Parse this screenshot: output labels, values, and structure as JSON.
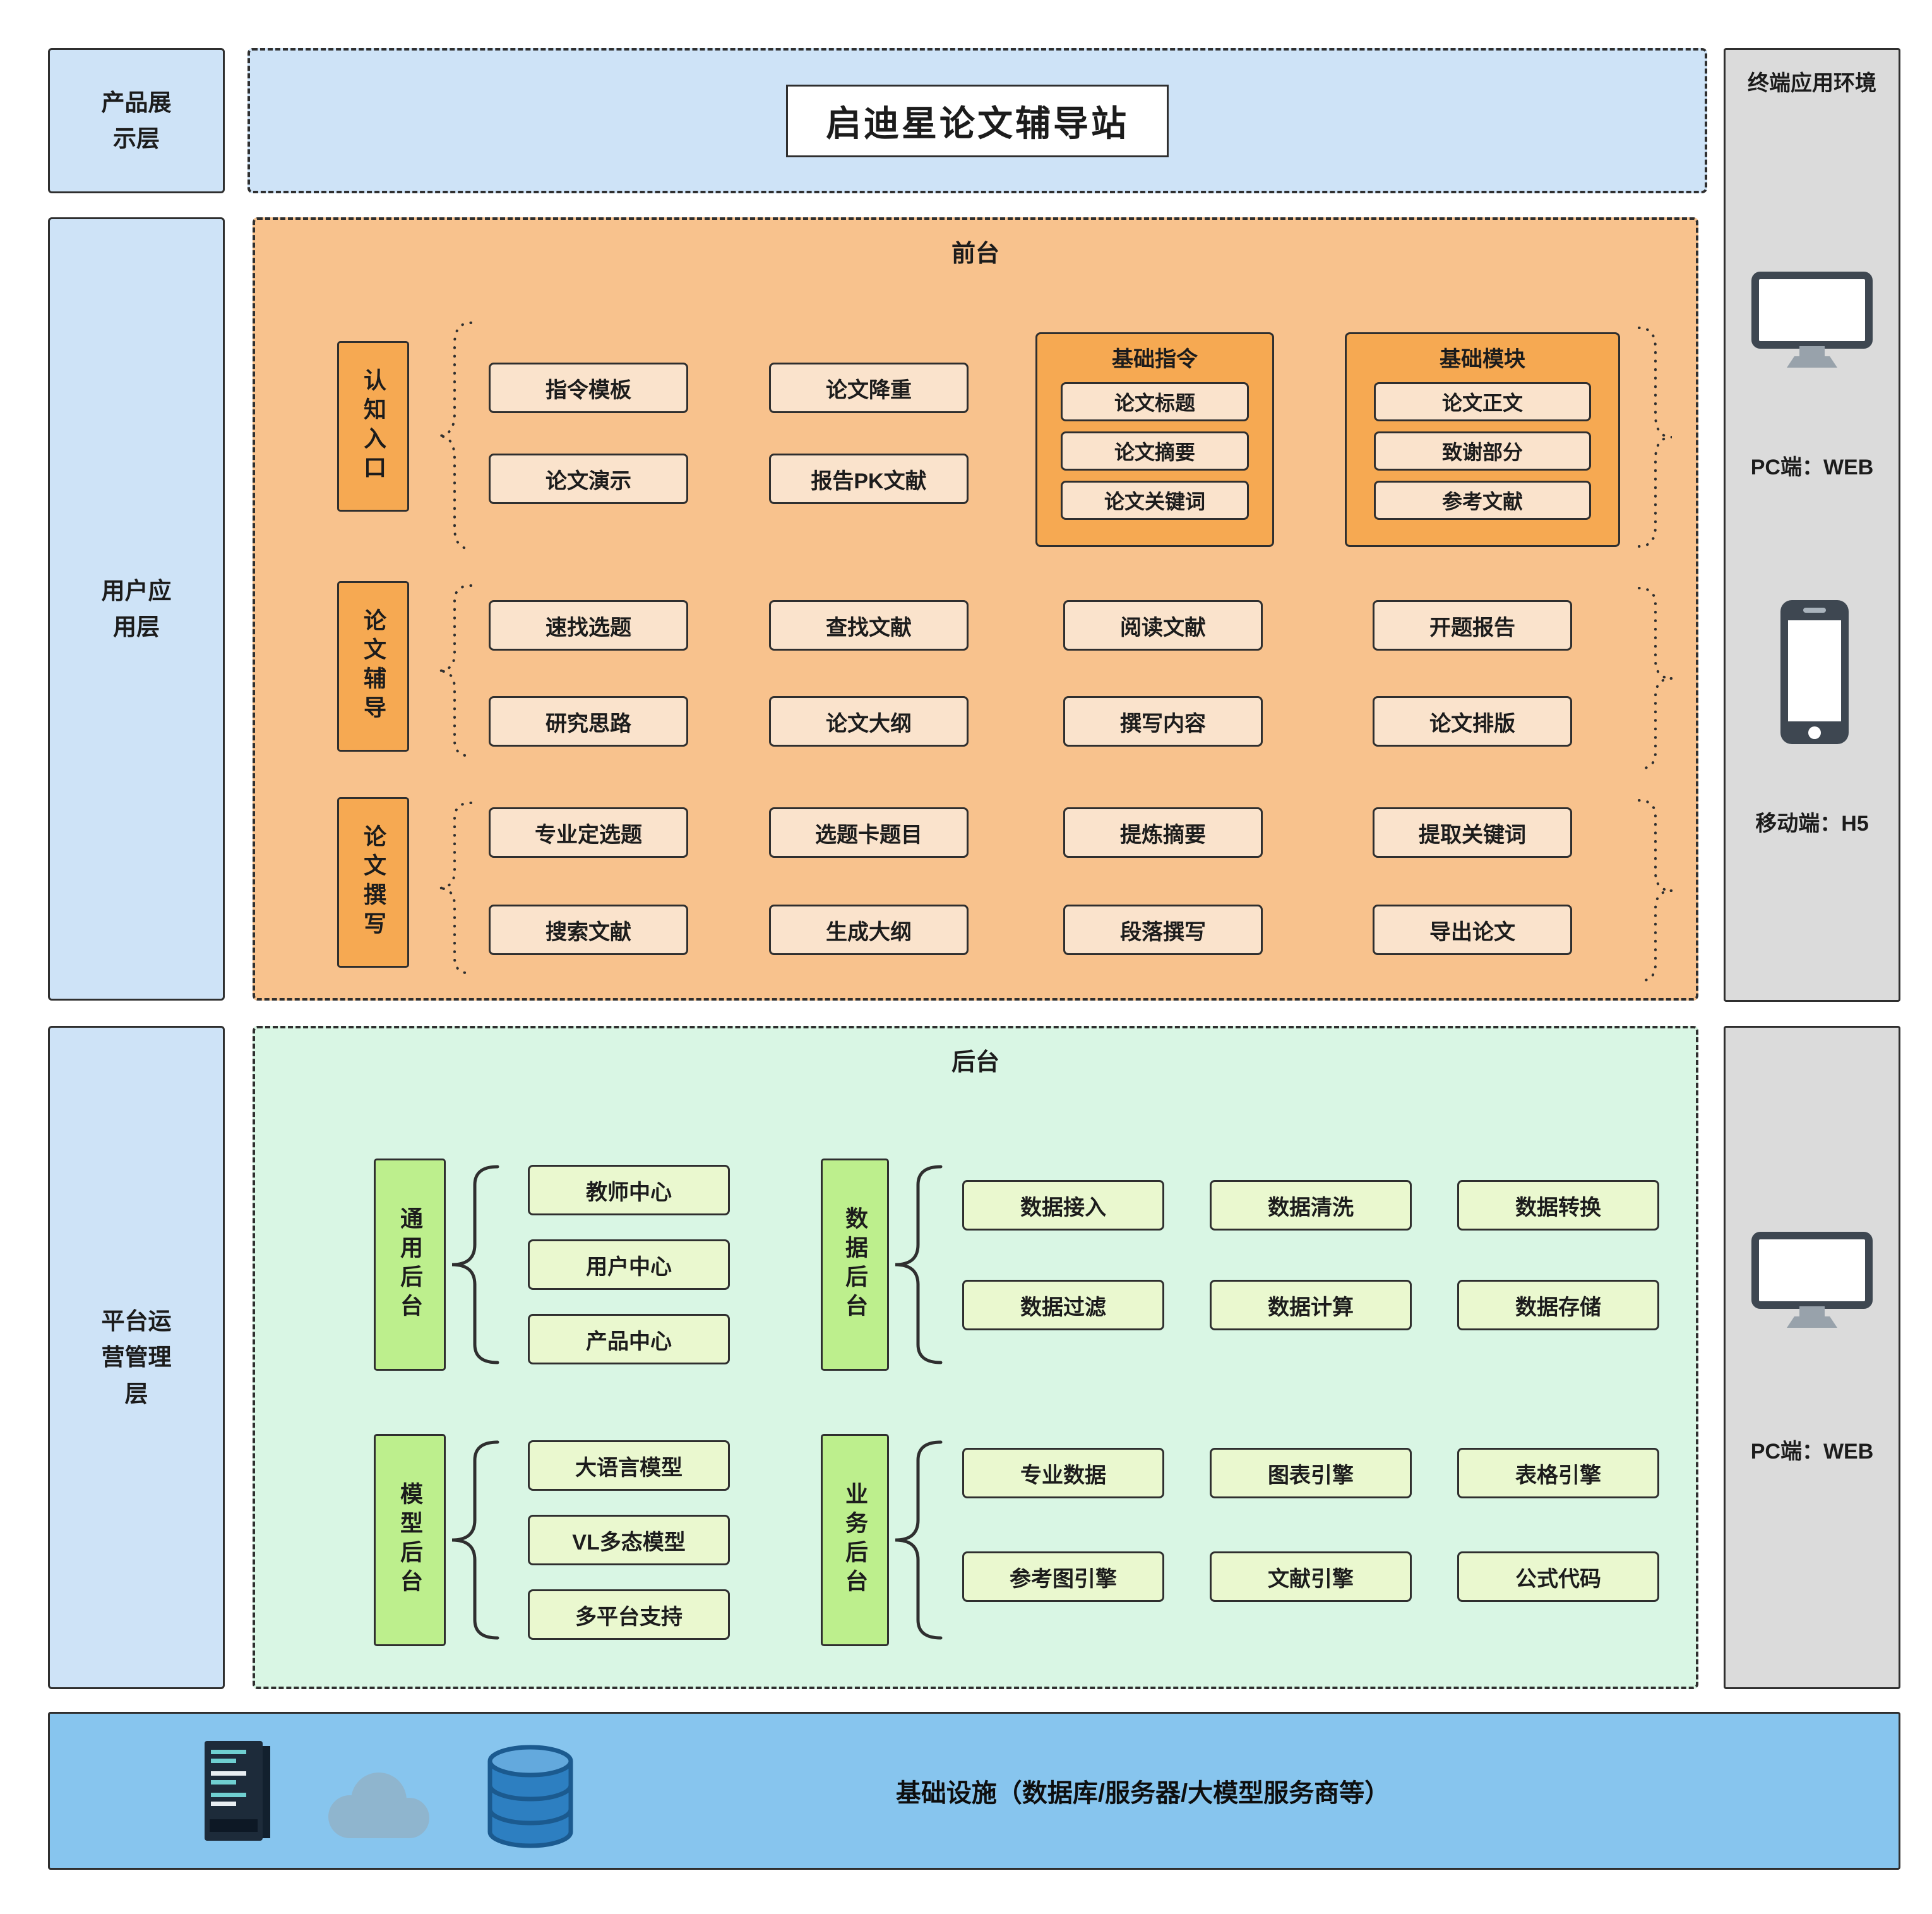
{
  "title": "启迪星论文辅导站",
  "layers": {
    "product_display": "产品展\n示层",
    "user_application": "用户应\n用层",
    "platform_ops": "平台运\n营管理\n层"
  },
  "terminal_env": {
    "title": "终端应用环境",
    "pc_web_top": "PC端：WEB",
    "mobile_h5": "移动端：H5",
    "pc_web_bottom": "PC端：WEB"
  },
  "frontend": {
    "label": "前台",
    "row1": {
      "group": "认知入口",
      "items": [
        "指令模板",
        "论文演示",
        "论文降重",
        "报告PK文献"
      ],
      "cmd_group": {
        "title": "基础指令",
        "items": [
          "论文标题",
          "论文摘要",
          "论文关键词"
        ]
      },
      "module_group": {
        "title": "基础模块",
        "items": [
          "论文正文",
          "致谢部分",
          "参考文献"
        ]
      }
    },
    "row2": {
      "group": "论文辅导",
      "items": [
        "速找选题",
        "研究思路",
        "查找文献",
        "论文大纲",
        "阅读文献",
        "撰写内容",
        "开题报告",
        "论文排版"
      ]
    },
    "row3": {
      "group": "论文撰写",
      "items": [
        "专业定选题",
        "搜索文献",
        "选题卡题目",
        "生成大纲",
        "提炼摘要",
        "段落撰写",
        "提取关键词",
        "导出论文"
      ]
    }
  },
  "backend": {
    "label": "后台",
    "general": {
      "group": "通用后台",
      "items": [
        "教师中心",
        "用户中心",
        "产品中心"
      ]
    },
    "data": {
      "group": "数据后台",
      "items": [
        "数据接入",
        "数据清洗",
        "数据转换",
        "数据过滤",
        "数据计算",
        "数据存储"
      ]
    },
    "model": {
      "group": "模型后台",
      "items": [
        "大语言模型",
        "VL多态模型",
        "多平台支持"
      ]
    },
    "business": {
      "group": "业务后台",
      "items": [
        "专业数据",
        "图表引擎",
        "表格引擎",
        "参考图引擎",
        "文献引擎",
        "公式代码"
      ]
    }
  },
  "infrastructure": {
    "label": "基础设施（数据库/服务器/大模型服务商等）"
  },
  "colors": {
    "layer_blue": "#CEE3F7",
    "frontend_orange": "#F8C28D",
    "frontend_item": "#FAE3CC",
    "frontend_accent": "#F6A952",
    "backend_mint": "#D9F6E4",
    "backend_item": "#EAF8CF",
    "backend_accent": "#BDEF8D",
    "infra_blue": "#87C5EE",
    "panel_gray": "#DBDBDB",
    "border_dark": "#2f2f2f"
  }
}
